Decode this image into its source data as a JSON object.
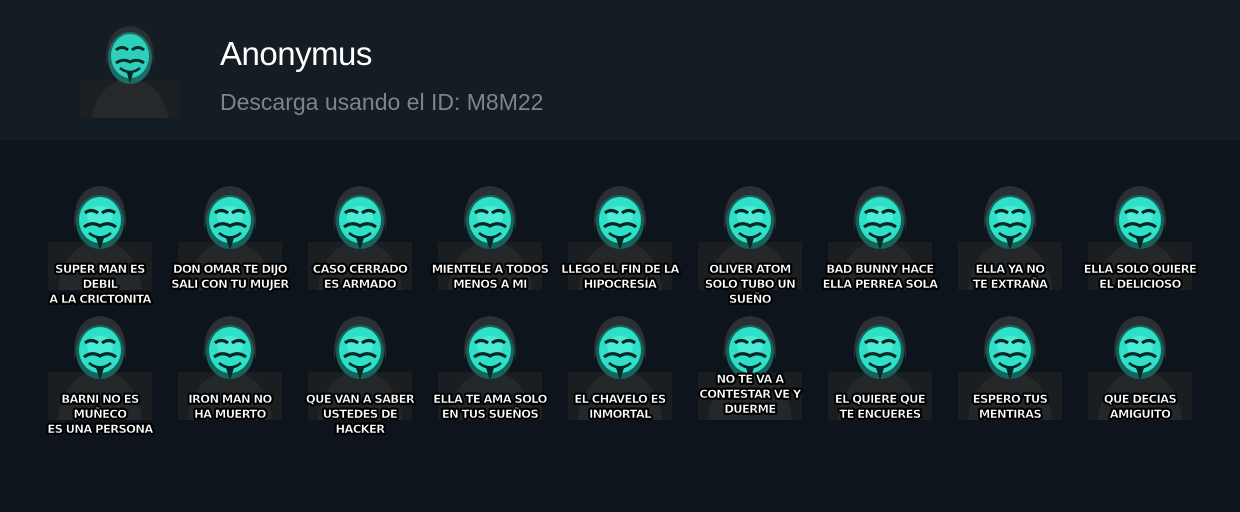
{
  "pack": {
    "title": "Anonymus",
    "subtitle": "Descarga usando el ID: M8M22",
    "icon": "anonymous-mask-icon"
  },
  "colors": {
    "header_bg": "#141c24",
    "page_bg": "#0d141b",
    "mask_accent": "#2fe0c8"
  },
  "stickers": [
    {
      "caption": "SUPER MAN ES DEBIL\nA LA CRICTONITA"
    },
    {
      "caption": "DON OMAR TE DIJO\nSALI CON TU MUJER"
    },
    {
      "caption": "CASO CERRADO\nES ARMADO"
    },
    {
      "caption": "MIENTELE A TODOS\nMENOS A MI"
    },
    {
      "caption": "LLEGO EL FIN DE LA\nHIPOCRESÍA"
    },
    {
      "caption": "OLIVER ATOM\nSOLO TUBO UN SUEÑO"
    },
    {
      "caption": "BAD BUNNY HACE\nELLA PERREA SOLA"
    },
    {
      "caption": "ELLA YA NO\nTE EXTRAÑA"
    },
    {
      "caption": "ELLA SOLO QUIERE\nEL DELICIOSO"
    },
    {
      "caption": "BARNI NO ES MUÑECO\nES UNA PERSONA"
    },
    {
      "caption": "IRON MAN NO\nHA MUERTO"
    },
    {
      "caption": "QUE VAN A SABER\nUSTEDES DE HACKER"
    },
    {
      "caption": "ELLA TE AMA SOLO\nEN TUS SUEÑOS"
    },
    {
      "caption": "EL CHAVELO ES\nINMORTAL"
    },
    {
      "caption": "NO TE VA A\nCONTESTAR VE Y\nDUERME"
    },
    {
      "caption": "EL QUIERE QUE\nTE ENCUERES"
    },
    {
      "caption": "ESPERO TUS\nMENTIRAS"
    },
    {
      "caption": "QUE DECIAS\nAMIGUITO"
    }
  ]
}
